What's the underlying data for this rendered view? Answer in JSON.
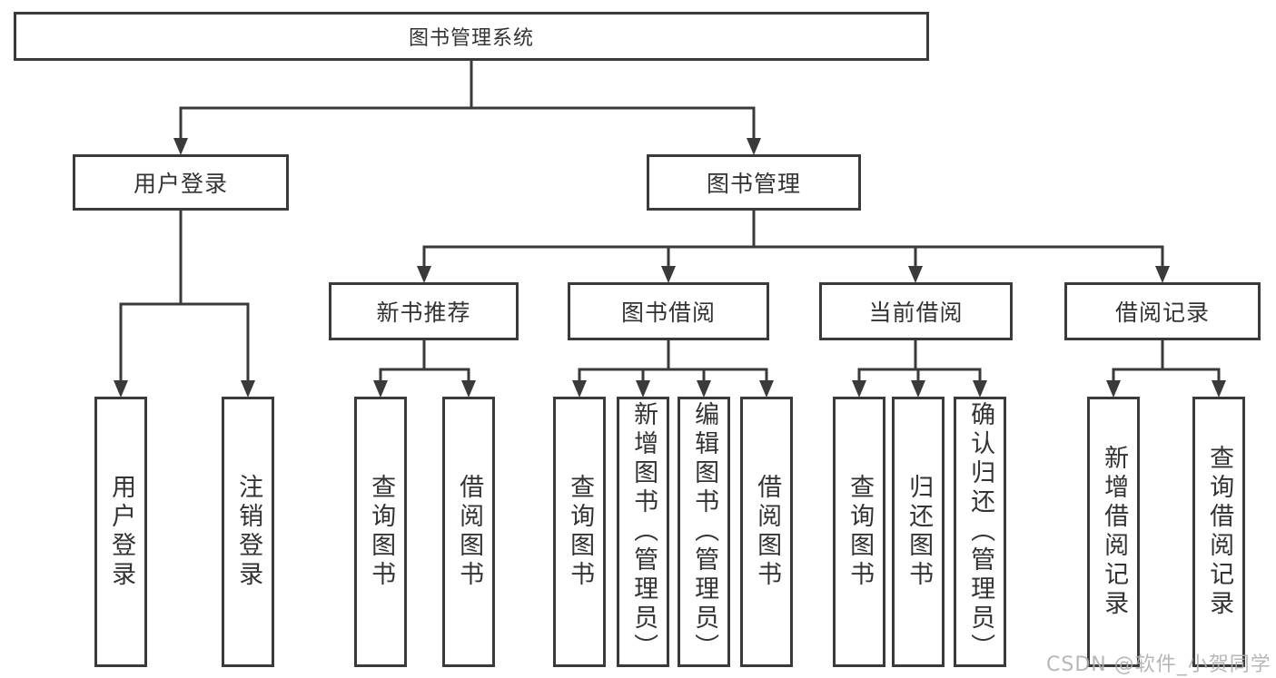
{
  "watermark": "CSDN @软件_小贺同学",
  "colors": {
    "line": "#3a3a3a",
    "text": "#333333",
    "background": "#ffffff",
    "watermark": "#afafaf"
  },
  "tree": {
    "label": "图书管理系统",
    "children": [
      {
        "label": "用户登录",
        "children": [
          {
            "label": "用户登录"
          },
          {
            "label": "注销登录"
          }
        ]
      },
      {
        "label": "图书管理",
        "children": [
          {
            "label": "新书推荐",
            "children": [
              {
                "label": "查询图书"
              },
              {
                "label": "借阅图书"
              }
            ]
          },
          {
            "label": "图书借阅",
            "children": [
              {
                "label": "查询图书"
              },
              {
                "label": "新增图书（管理员）"
              },
              {
                "label": "编辑图书（管理员）"
              },
              {
                "label": "借阅图书"
              }
            ]
          },
          {
            "label": "当前借阅",
            "children": [
              {
                "label": "查询图书"
              },
              {
                "label": "归还图书"
              },
              {
                "label": "确认归还（管理员）"
              }
            ]
          },
          {
            "label": "借阅记录",
            "children": [
              {
                "label": "新增借阅记录"
              },
              {
                "label": "查询借阅记录"
              }
            ]
          }
        ]
      }
    ]
  }
}
